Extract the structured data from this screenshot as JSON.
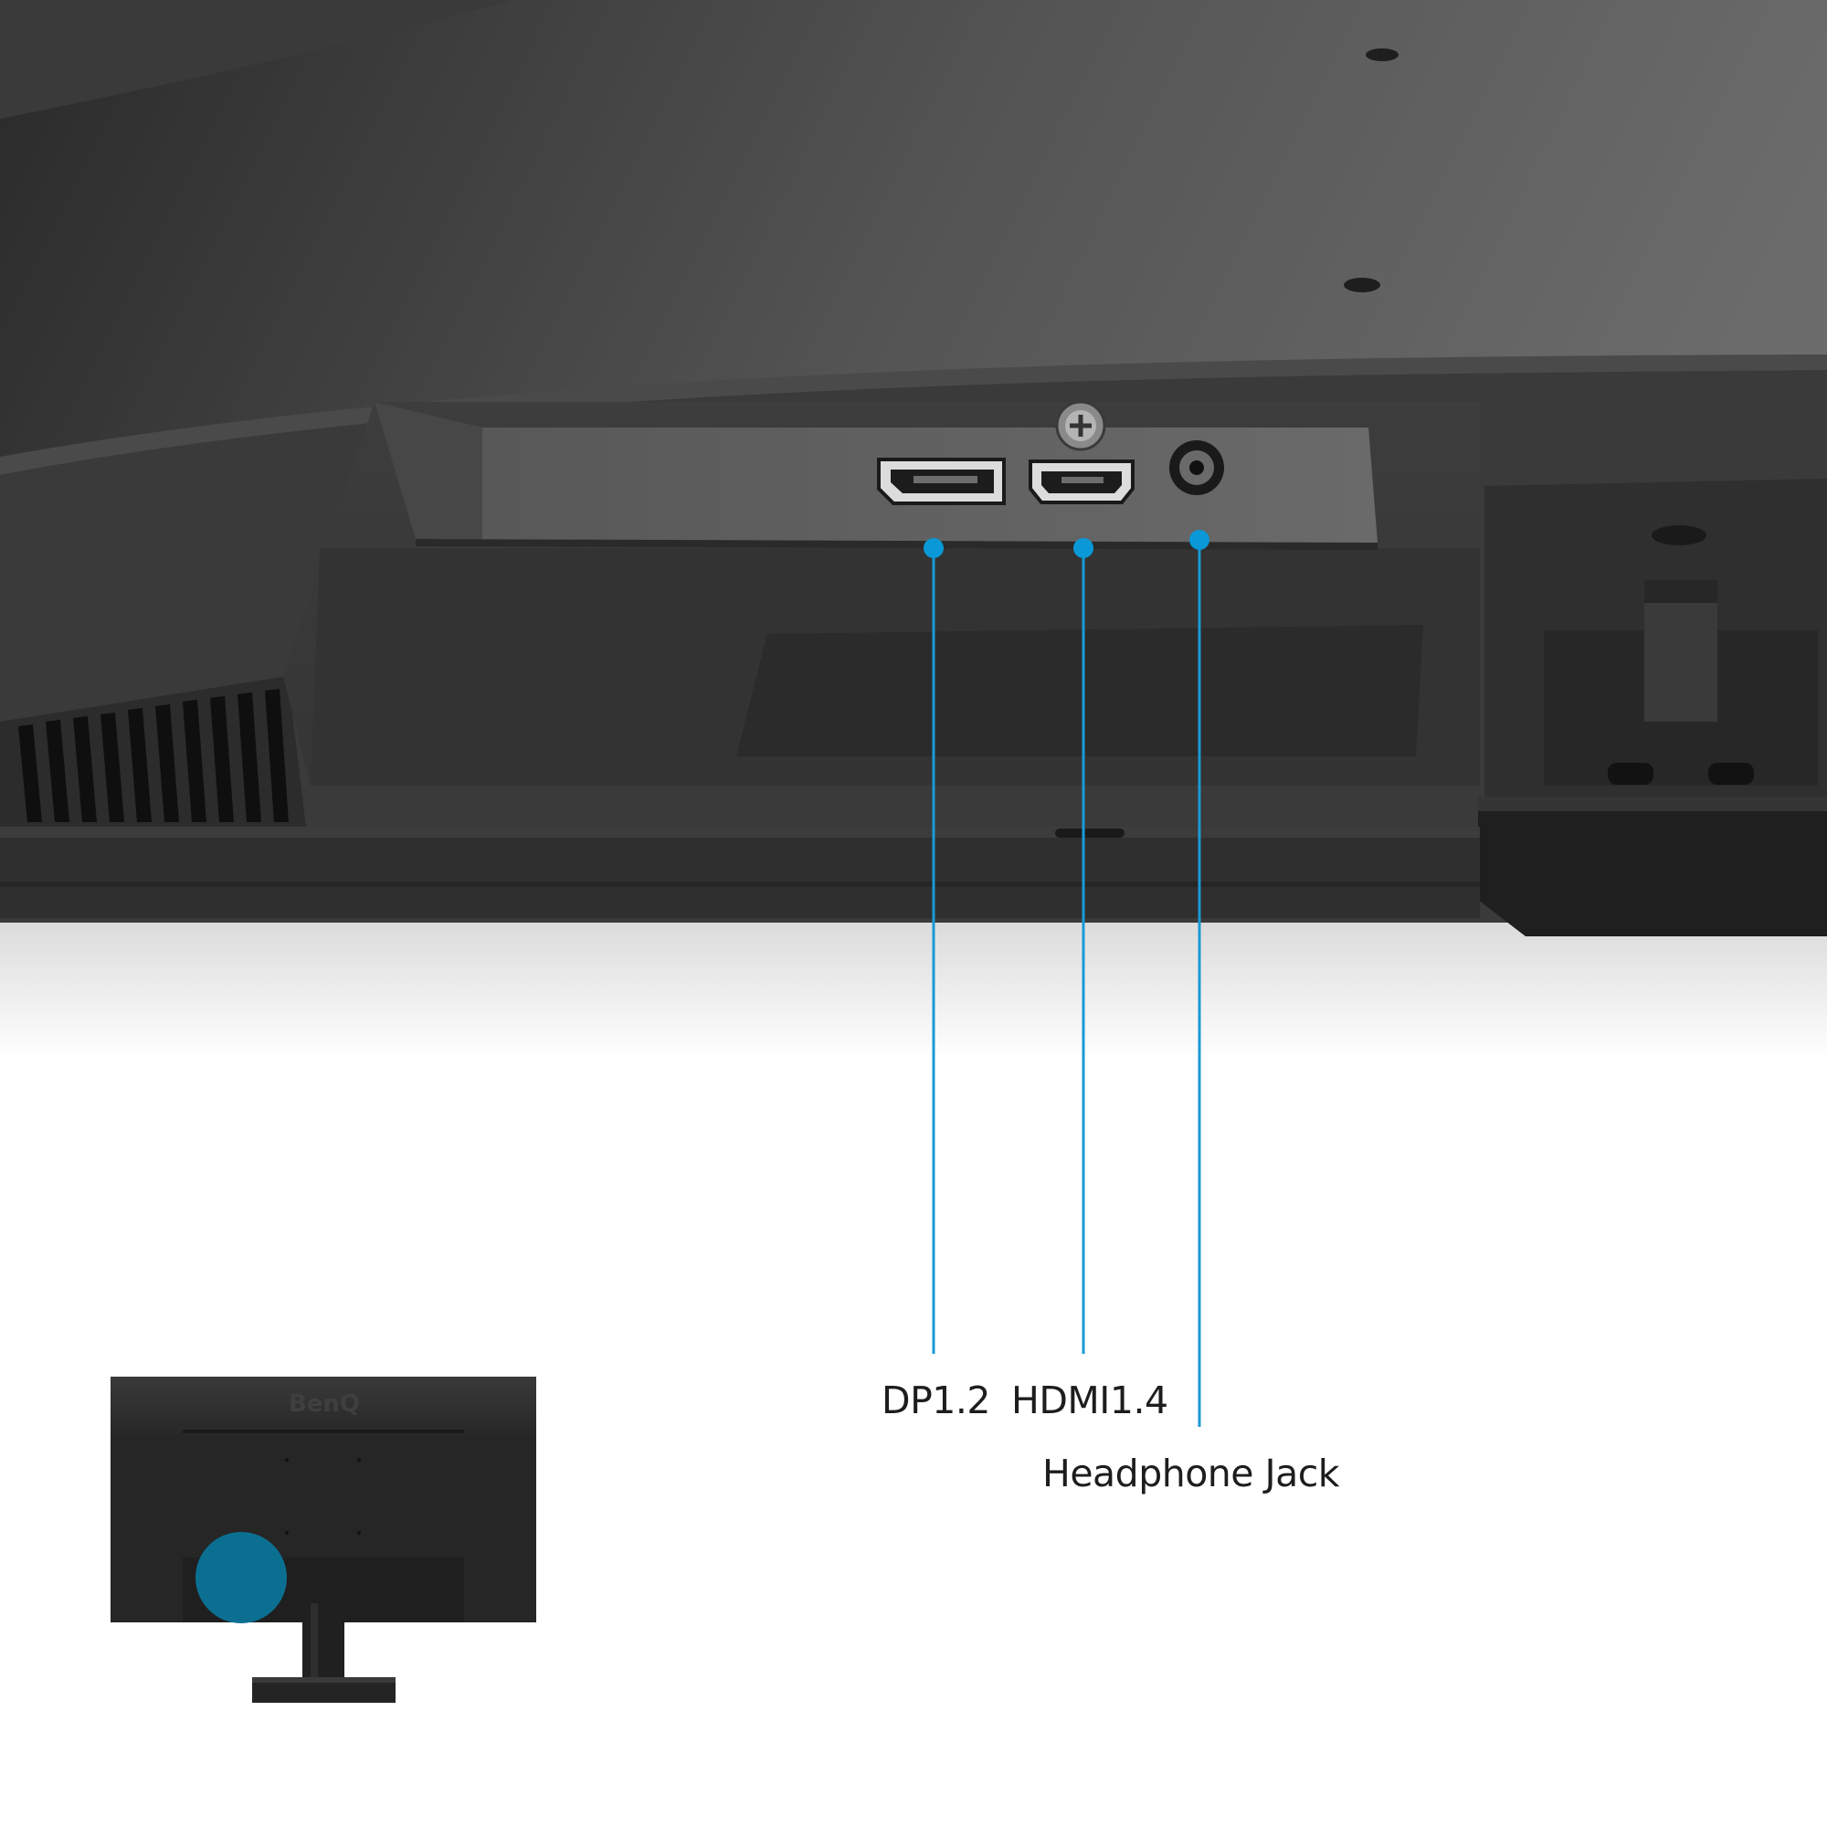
{
  "brand": {
    "logo_text": "BenQ"
  },
  "callouts": [
    {
      "label": "DP1.2"
    },
    {
      "label": "HDMI1.4"
    },
    {
      "label": "Headphone Jack"
    }
  ],
  "colors": {
    "accent": "#0a98d6",
    "callout_line": "#1a9ad5",
    "highlight_circle": "#0b6f92",
    "monitor_body": "#2e2e2e",
    "label_text": "#1d1d1d"
  },
  "icons": {
    "dp_port": "displayport-port-icon",
    "hdmi_port": "hdmi-port-icon",
    "audio_port": "headphone-jack-icon",
    "screw": "screw-icon"
  }
}
